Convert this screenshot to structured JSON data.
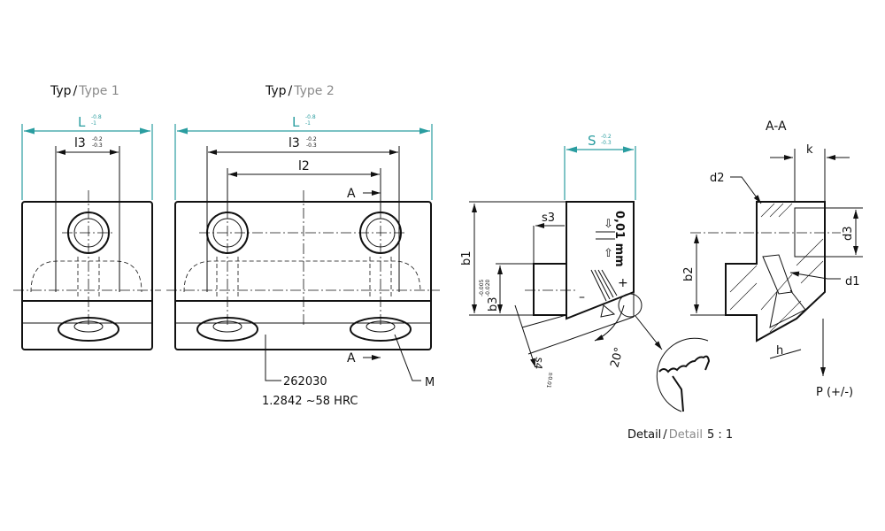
{
  "type1": {
    "title_de": "Typ",
    "sep": "/",
    "title_en": "Type 1",
    "L": "L",
    "L_tol_up": "-0.8",
    "L_tol_low": "-1",
    "l3": "l3",
    "l3_tol_up": "-0.2",
    "l3_tol_low": "-0.3"
  },
  "type2": {
    "title_de": "Typ",
    "sep": "/",
    "title_en": "Type 2",
    "L": "L",
    "L_tol_up": "-0.8",
    "L_tol_low": "-1",
    "l3": "l3",
    "l3_tol_up": "-0.2",
    "l3_tol_low": "-0.3",
    "l2": "l2",
    "section_top": "A",
    "section_bottom": "A",
    "M": "M",
    "part_no": "262030",
    "material": "1.2842 ~58 HRC"
  },
  "side": {
    "S": "S",
    "S_tol_up": "-0.2",
    "S_tol_low": "-0.3",
    "s3": "s3",
    "b1": "b1",
    "b3": "b3",
    "b3_tol_up": "-0.005",
    "b3_tol_low": "-0.020",
    "s4": "s4",
    "s4_tol": "±0.01",
    "angle": "20°",
    "marking": "0,01 mm",
    "minus": "–",
    "plus": "+"
  },
  "section": {
    "title": "A-A",
    "k": "k",
    "d2": "d2",
    "d3": "d3",
    "b2": "b2",
    "d1": "d1",
    "h": "h",
    "P": "P (+/-)"
  },
  "detail": {
    "label_de": "Detail",
    "sep": "/",
    "label_en": "Detail",
    "scale": "5 : 1"
  },
  "colors": {
    "accent": "#2a9da0",
    "secondary_text": "#8a8a8a"
  }
}
